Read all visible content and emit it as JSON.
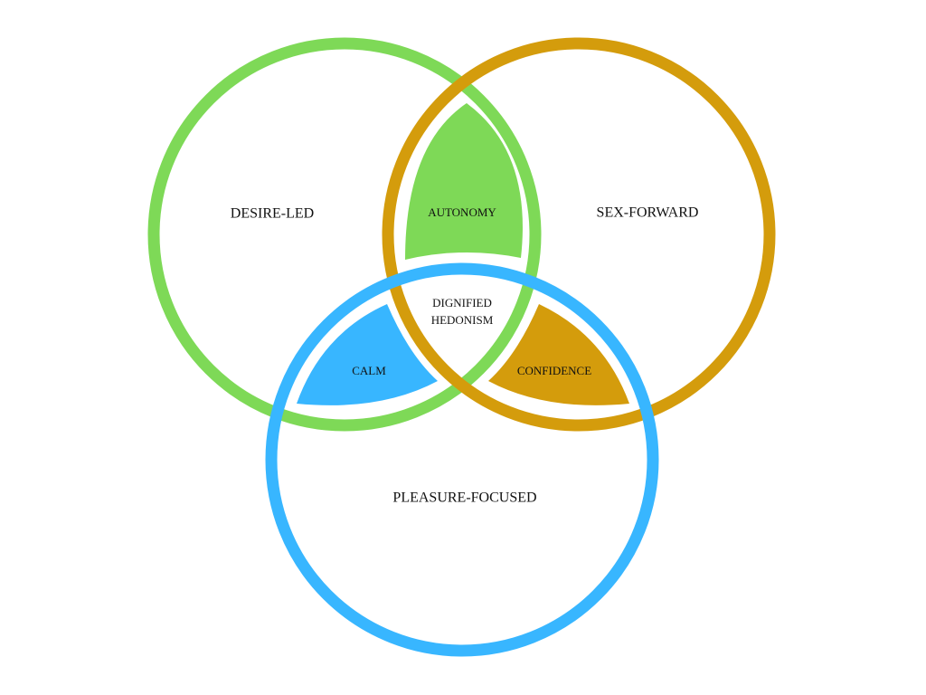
{
  "diagram": {
    "type": "venn",
    "sets": [
      {
        "id": "desire",
        "label": "DESIRE-LED",
        "color": "#7ed957"
      },
      {
        "id": "sex",
        "label": "SEX-FORWARD",
        "color": "#d49c0c"
      },
      {
        "id": "pleasure",
        "label": "PLEASURE-FOCUSED",
        "color": "#38b6ff"
      }
    ],
    "intersections": [
      {
        "id": "autonomy",
        "sets": [
          "desire",
          "sex"
        ],
        "label": "AUTONOMY",
        "color": "#7ed957"
      },
      {
        "id": "calm",
        "sets": [
          "desire",
          "pleasure"
        ],
        "label": "CALM",
        "color": "#38b6ff"
      },
      {
        "id": "confidence",
        "sets": [
          "sex",
          "pleasure"
        ],
        "label": "CONFIDENCE",
        "color": "#d49c0c"
      },
      {
        "id": "center",
        "sets": [
          "desire",
          "sex",
          "pleasure"
        ],
        "label_lines": [
          "DIGNIFIED",
          "HEDONISM"
        ]
      }
    ]
  }
}
